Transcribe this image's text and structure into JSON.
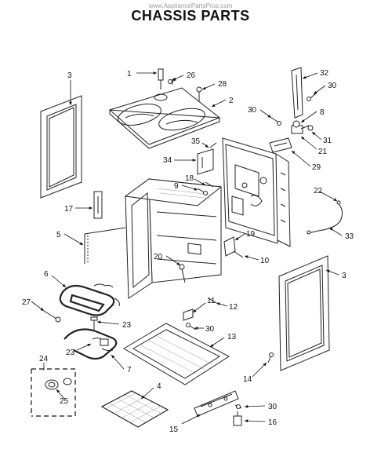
{
  "header": {
    "watermark": "www.AppliancePartsPros.com",
    "title": "CHASSIS PARTS"
  },
  "callouts": [
    "1",
    "2",
    "3",
    "3",
    "4",
    "5",
    "6",
    "7",
    "8",
    "9",
    "10",
    "11",
    "12",
    "13",
    "14",
    "15",
    "16",
    "17",
    "18",
    "19",
    "20",
    "21",
    "22",
    "23",
    "23",
    "24",
    "25",
    "26",
    "27",
    "28",
    "29",
    "30",
    "30",
    "30",
    "30",
    "31",
    "32",
    "33",
    "34",
    "35"
  ]
}
